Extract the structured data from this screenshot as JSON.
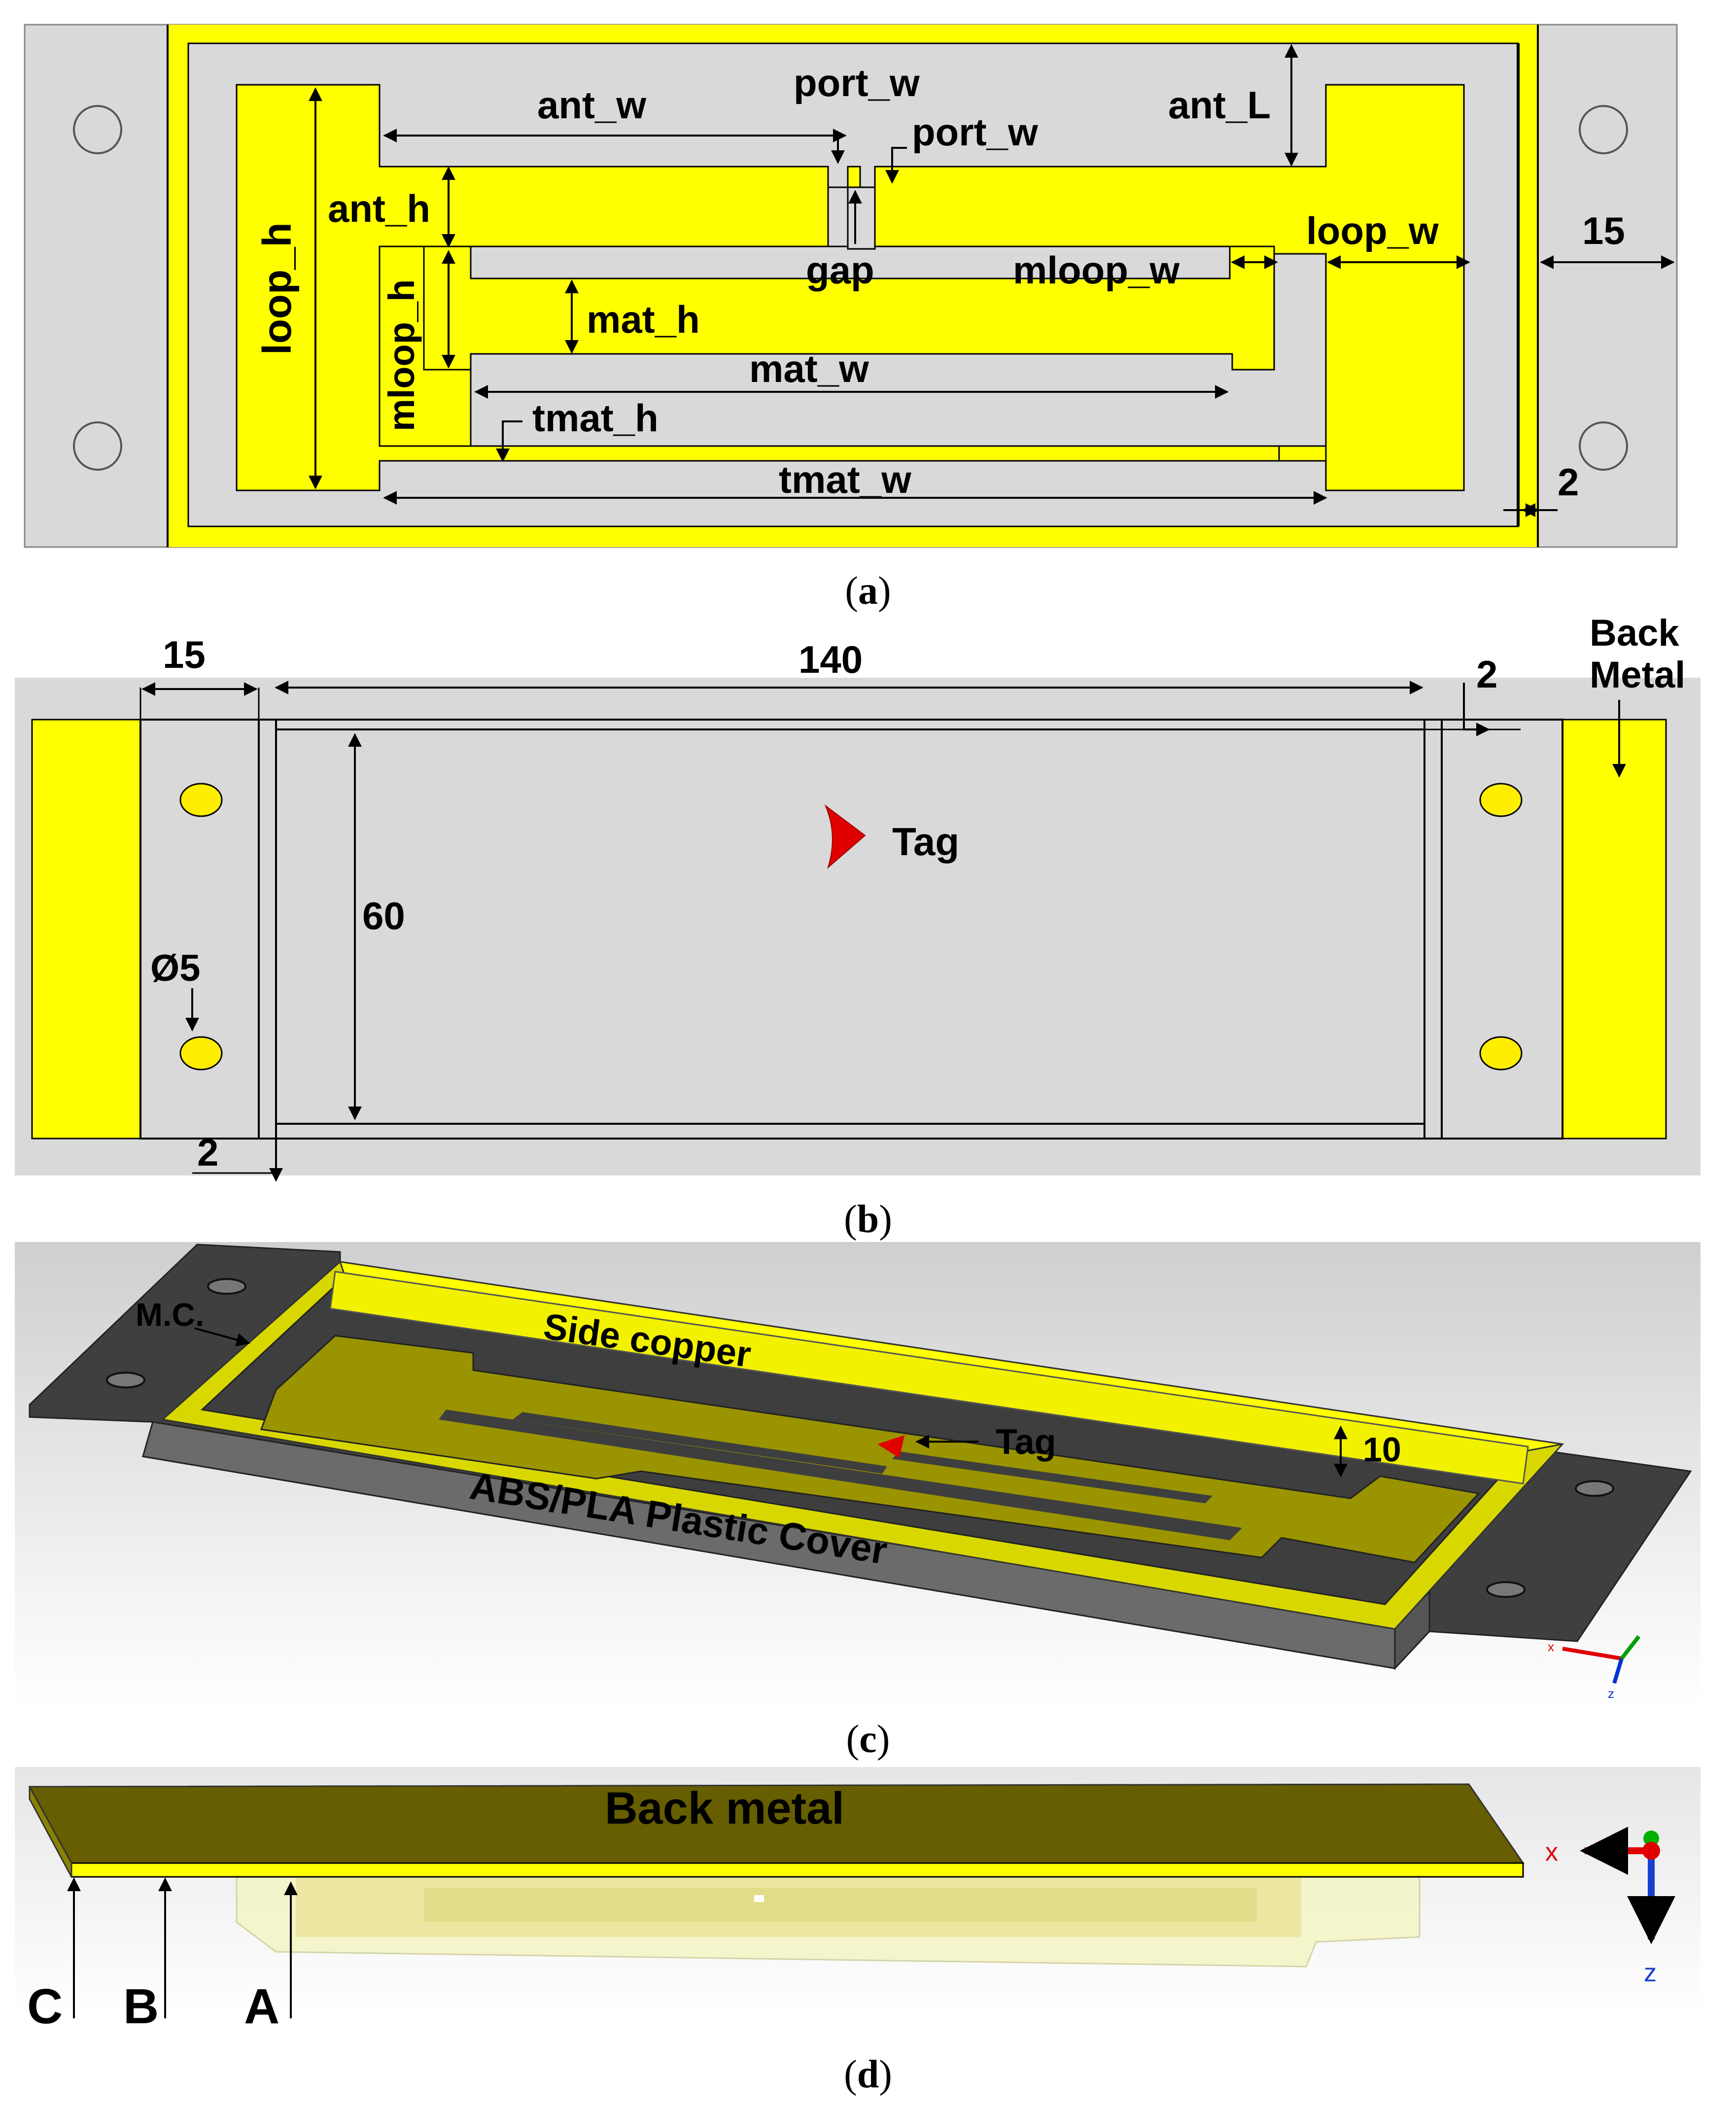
{
  "panel_a": {
    "caption_pre": "(",
    "caption_letter": "a",
    "caption_post": ")",
    "labels": {
      "ant_w": "ant_w",
      "port_w_top": "port_w",
      "port_w_bottom": "port_w",
      "ant_L": "ant_L",
      "ant_h": "ant_h",
      "loop_h": "loop_h",
      "mloop_h": "mloop_h",
      "gap": "gap",
      "mloop_w": "mloop_w",
      "loop_w": "loop_w",
      "mat_h": "mat_h",
      "mat_w": "mat_w",
      "tmat_h": "tmat_h",
      "tmat_w": "tmat_w",
      "side_15": "15",
      "side_2": "2"
    }
  },
  "panel_b": {
    "caption_pre": "(",
    "caption_letter": "b",
    "caption_post": ")",
    "labels": {
      "w15": "15",
      "w140": "140",
      "h60": "60",
      "t2_top": "2",
      "t2_bottom": "2",
      "hole_dia": "Ø5",
      "tag": "Tag",
      "back_metal_1": "Back",
      "back_metal_2": "Metal"
    }
  },
  "panel_c": {
    "caption_pre": "(",
    "caption_letter": "c",
    "caption_post": ")",
    "labels": {
      "mc": "M.C.",
      "side_copper": "Side copper",
      "tag": "Tag",
      "h10": "10",
      "cover": "ABS/PLA Plastic Cover",
      "axis_x": "x",
      "axis_z": "z"
    }
  },
  "panel_d": {
    "caption_pre": "(",
    "caption_letter": "d",
    "caption_post": ")",
    "labels": {
      "back_metal": "Back metal",
      "c": "C",
      "b": "B",
      "a": "A",
      "axis_x": "x",
      "axis_z": "z"
    }
  },
  "colors": {
    "copper_yellow": "#ffff00",
    "substrate_gray": "#d9d9d9",
    "tag_red": "#e00000",
    "hole_yellow": "#ffee00",
    "dark_plastic": "#4a4a4a",
    "olive_metal": "#665e00"
  }
}
